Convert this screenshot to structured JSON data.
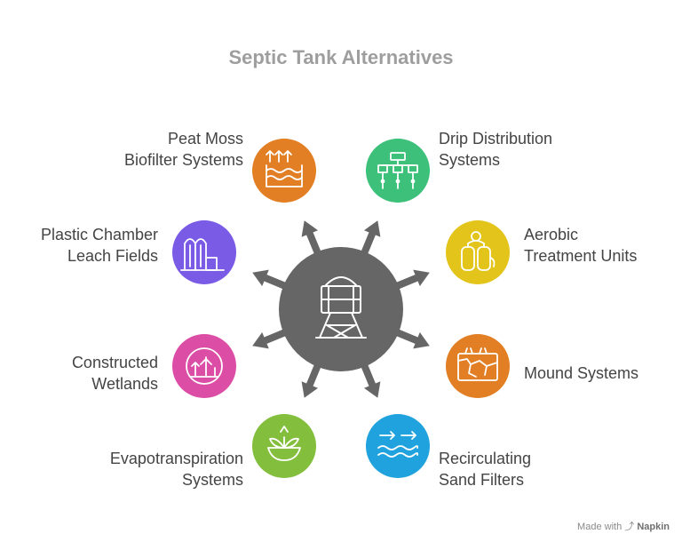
{
  "title": "Septic Tank Alternatives",
  "items": [
    {
      "id": "peat",
      "label": "Peat Moss\nBiofilter Systems",
      "color": "#E27E24",
      "icon": "water-evaporation-icon"
    },
    {
      "id": "drip",
      "label": "Drip Distribution\nSystems",
      "color": "#3DC07A",
      "icon": "drip-emitters-icon"
    },
    {
      "id": "aerobic",
      "label": "Aerobic\nTreatment Units",
      "color": "#E3C41A",
      "icon": "air-tanks-icon"
    },
    {
      "id": "mound",
      "label": "Mound Systems",
      "color": "#E27E24",
      "icon": "cracked-ground-icon"
    },
    {
      "id": "sand",
      "label": "Recirculating\nSand Filters",
      "color": "#1FA2DE",
      "icon": "flow-waves-icon"
    },
    {
      "id": "evap",
      "label": "Evapotranspiration\nSystems",
      "color": "#83BF3C",
      "icon": "plant-bowl-icon"
    },
    {
      "id": "wetlands",
      "label": "Constructed\nWetlands",
      "color": "#DC4DA6",
      "icon": "wetland-plants-icon"
    },
    {
      "id": "plastic",
      "label": "Plastic Chamber\nLeach Fields",
      "color": "#7A5BE6",
      "icon": "chambers-icon"
    }
  ],
  "center": {
    "color": "#666666",
    "icon": "water-tower-icon"
  },
  "watermark": {
    "prefix": "Made with",
    "brand": "Napkin"
  }
}
